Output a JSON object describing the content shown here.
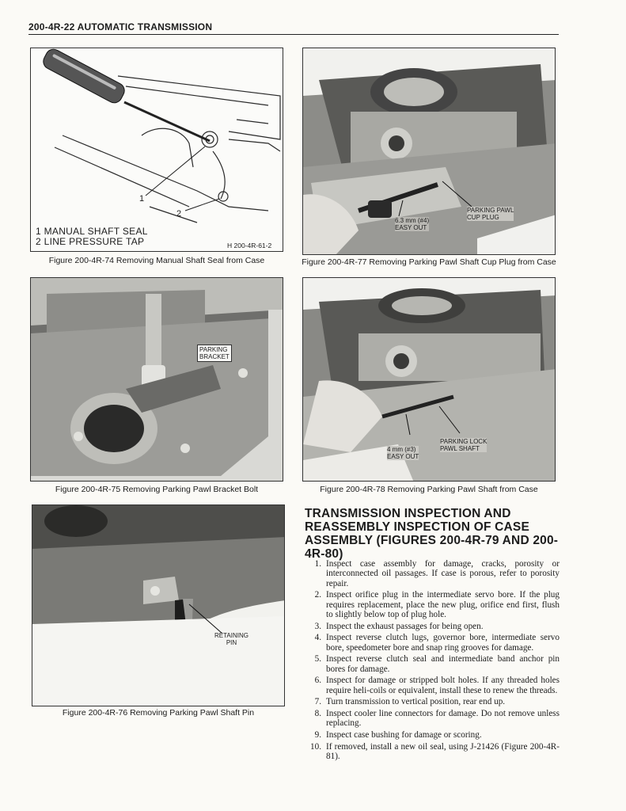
{
  "header": {
    "title": "200-4R-22 AUTOMATIC TRANSMISSION"
  },
  "fig74": {
    "caption": "Figure 200-4R-74 Removing Manual Shaft Seal from Case",
    "legend": [
      "1 MANUAL SHAFT SEAL",
      "2 LINE PRESSURE TAP"
    ],
    "code": "H 200-4R-61-2",
    "callouts": [
      "1",
      "2"
    ]
  },
  "fig77": {
    "caption": "Figure 200-4R-77 Removing Parking Pawl Shaft Cup Plug from Case",
    "tool_label": [
      "6.3 mm (#4)",
      "EASY OUT"
    ],
    "part_label": [
      "PARKING PAWL",
      "CUP PLUG"
    ]
  },
  "fig75": {
    "caption": "Figure 200-4R-75 Removing Parking Pawl Bracket Bolt",
    "part_label": [
      "PARKING",
      "BRACKET"
    ]
  },
  "fig78": {
    "caption": "Figure 200-4R-78 Removing Parking Pawl Shaft from Case",
    "tool_label": [
      "4 mm (#3)",
      "EASY OUT"
    ],
    "part_label": [
      "PARKING LOCK",
      "PAWL SHAFT"
    ]
  },
  "fig76": {
    "caption": "Figure 200-4R-76 Removing Parking Pawl Shaft Pin",
    "part_label": [
      "RETAINING",
      "PIN"
    ]
  },
  "section": {
    "title": "TRANSMISSION INSPECTION AND REASSEMBLY INSPECTION OF CASE ASSEMBLY (FIGURES 200-4R-79 AND 200-4R-80)",
    "steps": [
      {
        "n": "1.",
        "text": "Inspect case assembly for damage, cracks, porosity or interconnected oil passages. If case is porous, refer to porosity repair."
      },
      {
        "n": "2.",
        "text": "Inspect orifice plug in the intermediate servo bore. If the plug requires replacement, place the new plug, orifice end first, flush to slightly below top of plug hole."
      },
      {
        "n": "3.",
        "text": "Inspect the exhaust passages for being open."
      },
      {
        "n": "4.",
        "text": "Inspect reverse clutch lugs, governor bore, intermediate servo bore, speedometer bore and snap ring grooves for damage."
      },
      {
        "n": "5.",
        "text": "Inspect reverse clutch seal and intermediate band anchor pin bores for damage."
      },
      {
        "n": "6.",
        "text": "Inspect for damage or stripped bolt holes. If any threaded holes require heli-coils or equivalent, install these to renew the threads."
      },
      {
        "n": "7.",
        "text": "Turn transmission to vertical position, rear end up."
      },
      {
        "n": "8.",
        "text": "Inspect cooler line connectors for damage. Do not remove unless replacing."
      },
      {
        "n": "9.",
        "text": "Inspect case bushing for damage or scoring."
      },
      {
        "n": "10.",
        "text": "If removed, install a new oil seal, using J-21426 (Figure 200-4R-81)."
      }
    ]
  }
}
